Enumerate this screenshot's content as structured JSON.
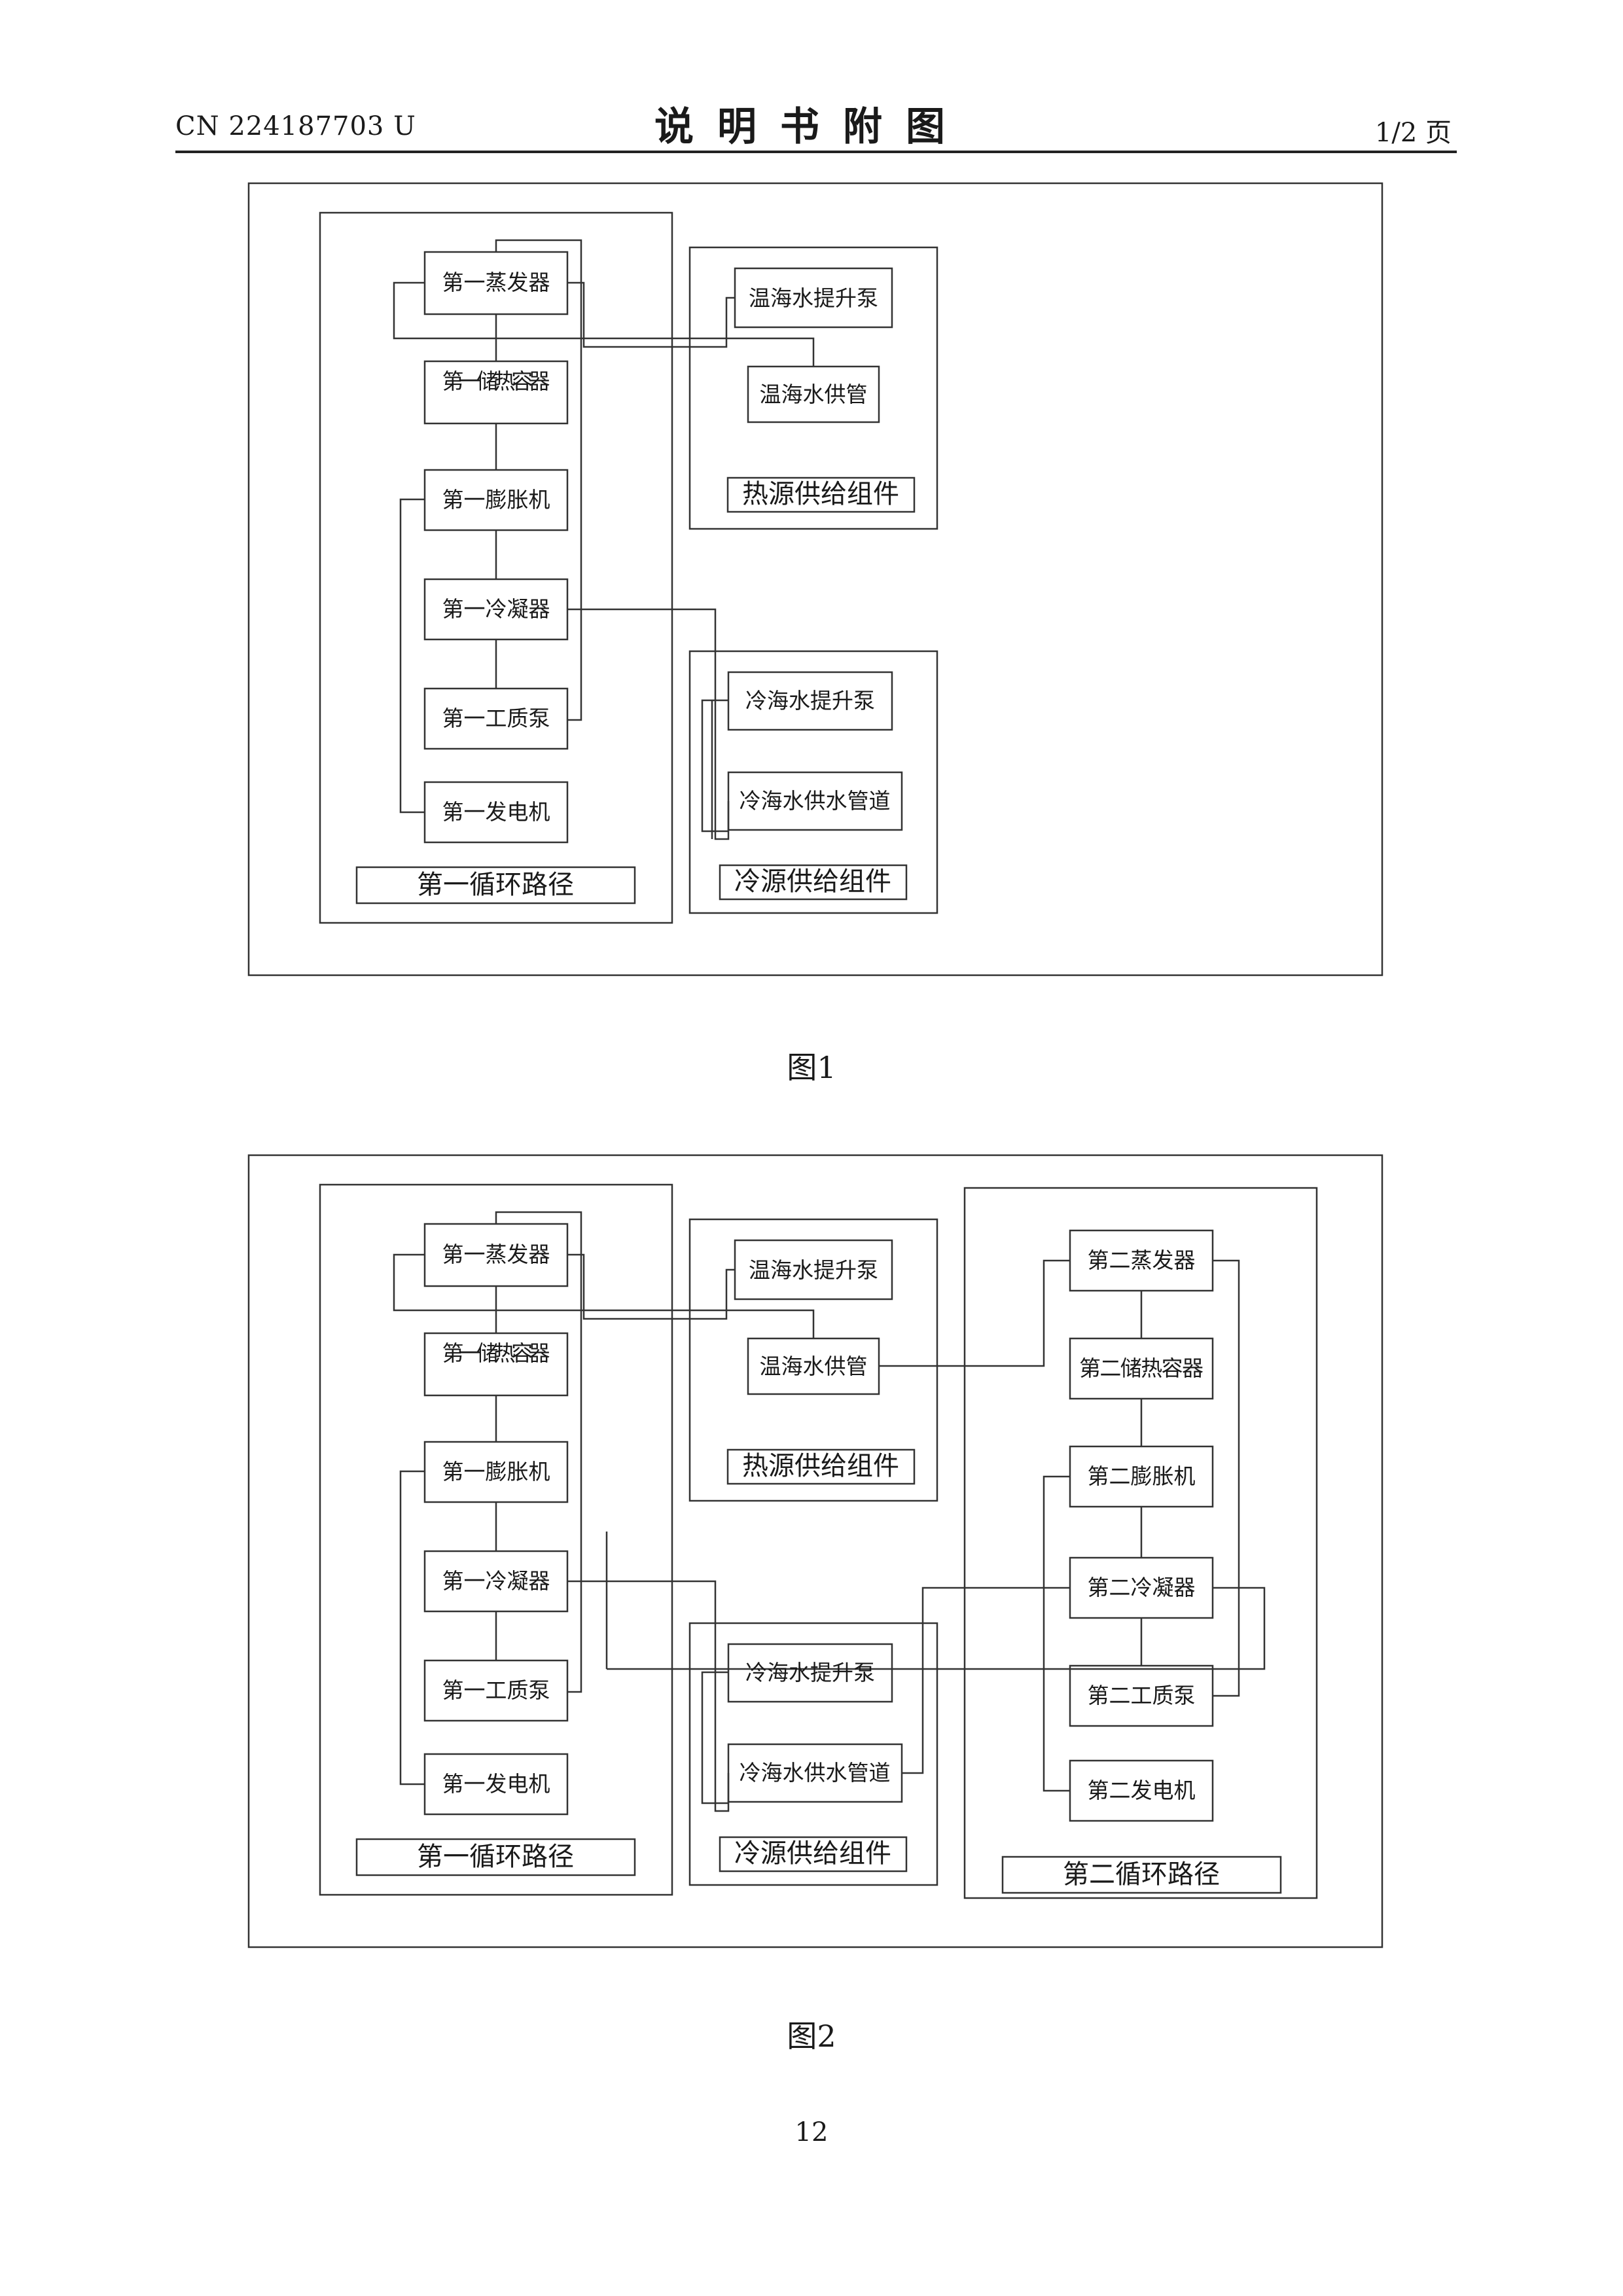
{
  "header": {
    "doc_id": "CN 224187703 U",
    "title": "说明书附图",
    "page_count": "1/2 页"
  },
  "figures": [
    {
      "caption": "图1",
      "circuit1": {
        "title": "第一循环路径",
        "components": [
          "第一蒸发器",
          "第一储热容器",
          "第一膨胀机",
          "第一冷凝器",
          "第一工质泵",
          "第一发电机"
        ]
      },
      "heat_source": {
        "title": "热源供给组件",
        "components": [
          "温海水提升泵",
          "温海水供管"
        ]
      },
      "cold_source": {
        "title": "冷源供给组件",
        "components": [
          "冷海水提升泵",
          "冷海水供水管道"
        ]
      }
    },
    {
      "caption": "图2",
      "circuit1": {
        "title": "第一循环路径",
        "components": [
          "第一蒸发器",
          "第一储热容器",
          "第一膨胀机",
          "第一冷凝器",
          "第一工质泵",
          "第一发电机"
        ]
      },
      "heat_source": {
        "title": "热源供给组件",
        "components": [
          "温海水提升泵",
          "温海水供管"
        ]
      },
      "cold_source": {
        "title": "冷源供给组件",
        "components": [
          "冷海水提升泵",
          "冷海水供水管道"
        ]
      },
      "circuit2": {
        "title": "第二循环路径",
        "components": [
          "第二蒸发器",
          "第二储热容器",
          "第二膨胀机",
          "第二冷凝器",
          "第二工质泵",
          "第二发电机"
        ]
      }
    }
  ],
  "page_number": "12"
}
